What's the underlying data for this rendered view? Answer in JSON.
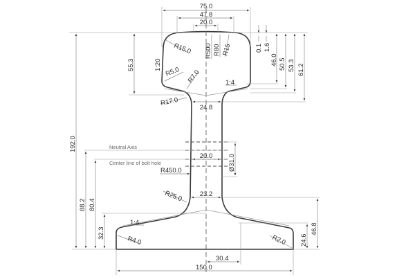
{
  "diagram": {
    "type": "rail-cross-section",
    "colors": {
      "profile": "#3a3a3a",
      "dimension": "#8a8a8a",
      "text": "#2a2a2a",
      "note": "#6a6a6a"
    },
    "head_widths": {
      "overall": "75.0",
      "crown": "47.8",
      "top_flat": "20.0"
    },
    "head_radii": {
      "r500": "R500",
      "r80": "R80",
      "r15": "R15",
      "r15_0": "R15.0",
      "r5_0": "R5.0",
      "r7_0": "R7.0",
      "r17_0": "R17.0"
    },
    "head_slopes": {
      "side": "1:20",
      "under": "1:4"
    },
    "head_heights": {
      "d0_1": "0.1",
      "d1_6": "1.6",
      "d46_0": "46.0",
      "d50_5": "50.5",
      "d53_3": "53.3",
      "d61_2": "61.2",
      "d55_3": "55.3"
    },
    "web": {
      "top_width": "24.8",
      "mid_width": "20.0",
      "bottom_width": "23.2",
      "bolt_hole_dia": "Ø31.0",
      "web_radius": "R450.0",
      "fillet_radius": "R25.0"
    },
    "notes": {
      "neutral_axis": "Neutral Axis",
      "bolt_hole_line": "Center line of bolt hole"
    },
    "overall": {
      "height": "192.0",
      "neutral_axis_height": "88.2",
      "bolt_hole_height": "80.4",
      "foot_slope_height": "32.3"
    },
    "foot": {
      "slope": "1:4",
      "r_left": "R4.0",
      "r_right": "R2.0",
      "edge_height": "24.6",
      "fillet_height": "46.8",
      "half_offset": "30.4",
      "width": "150.0"
    }
  }
}
